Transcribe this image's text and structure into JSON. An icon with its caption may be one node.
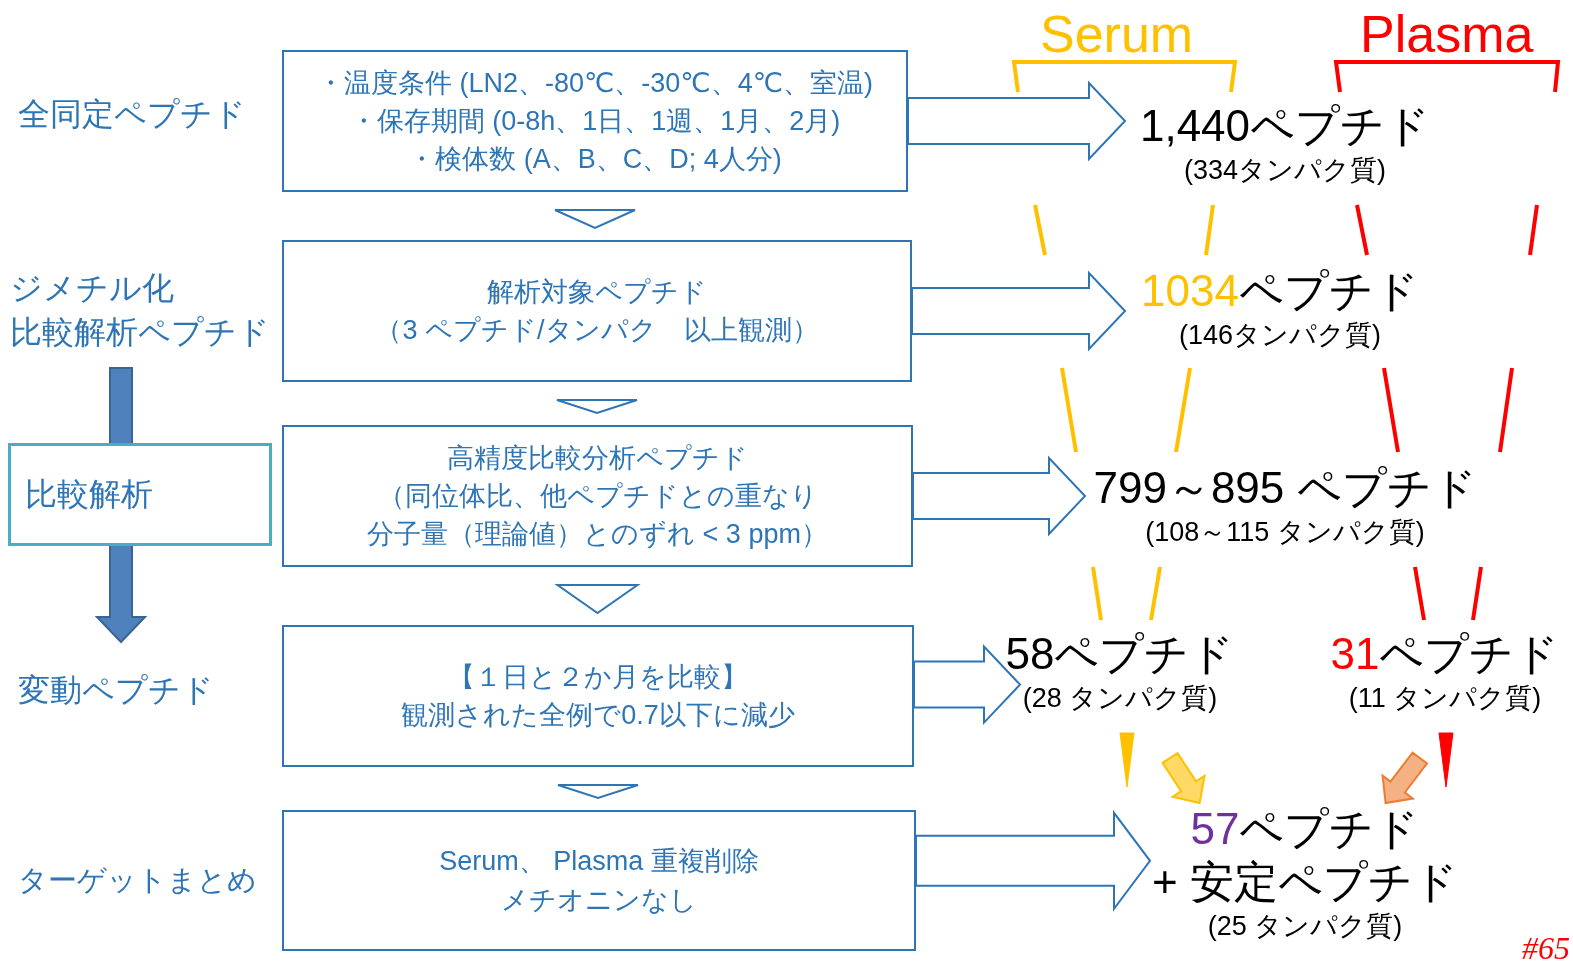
{
  "diagram": {
    "nodes": [
      {
        "text": [
          "・温度条件 (LN2、-80℃、-30℃、4℃、室温)",
          "・保存期間 (0-8h、1日、1週、1月、2月)",
          "・検体数 (A、B、C、D; 4人分)"
        ]
      },
      {
        "text": [
          "解析対象ペプチド",
          "（3 ペプチド/タンパク　以上観測）"
        ]
      },
      {
        "text": [
          "高精度比較分析ペプチド",
          "（同位体比、他ペプチドとの重なり",
          "分子量（理論値）とのずれ < 3 ppm）"
        ]
      },
      {
        "text": [
          "【１日と２か月を比較】",
          "観測された全例で0.7以下に減少"
        ]
      },
      {
        "text": [
          "Serum、 Plasma 重複削除",
          "メチオニンなし"
        ]
      },
      {
        "text": [
          "1,440ペプチド",
          "(334タンパク質)"
        ]
      },
      {
        "text": [
          "**1034**ペプチド",
          "(146タンパク質)"
        ]
      },
      {
        "text": [
          "799～895 ペプチド",
          "(108～115 タンパク質)"
        ]
      },
      {
        "text": [
          "58ペプチド",
          "(28 タンパク質)"
        ]
      },
      {
        "text": [
          "**31**ペプチド",
          "(11 タンパク質)"
        ]
      },
      {
        "text": [
          "**57**ペプチド",
          "+ 安定ペプチド",
          "(25 タンパク質)"
        ]
      },
      {
        "text": [
          "比較解析"
        ]
      }
    ],
    "edges": [
      {
        "from": 0,
        "to": 5,
        "arrow": "to",
        "style": "thick"
      },
      {
        "from": 0,
        "to": 1,
        "arrow": "to"
      },
      {
        "from": 1,
        "to": 6,
        "arrow": "to",
        "style": "thick"
      },
      {
        "from": 1,
        "to": 2,
        "arrow": "to"
      },
      {
        "from": 2,
        "to": 7,
        "arrow": "to",
        "style": "thick"
      },
      {
        "from": 2,
        "to": 3,
        "arrow": "to"
      },
      {
        "from": 3,
        "to": 8,
        "arrow": "to",
        "style": "thick"
      },
      {
        "from": 3,
        "to": 4,
        "arrow": "to"
      },
      {
        "from": 4,
        "to": 10,
        "arrow": "to",
        "style": "thick"
      },
      {
        "from": 8,
        "to": 10,
        "arrow": "to",
        "style": "thick",
        "color": "#ffc000"
      },
      {
        "from": 9,
        "to": 10,
        "arrow": "to",
        "style": "thick",
        "color": "#ed7d31"
      }
    ],
    "labels": [
      "Serum",
      "Plasma",
      "全同定ペプチド",
      "ジメチル化",
      "比較解析ペプチド",
      "変動ペプチド",
      "ターゲットまとめ",
      "#65"
    ]
  }
}
